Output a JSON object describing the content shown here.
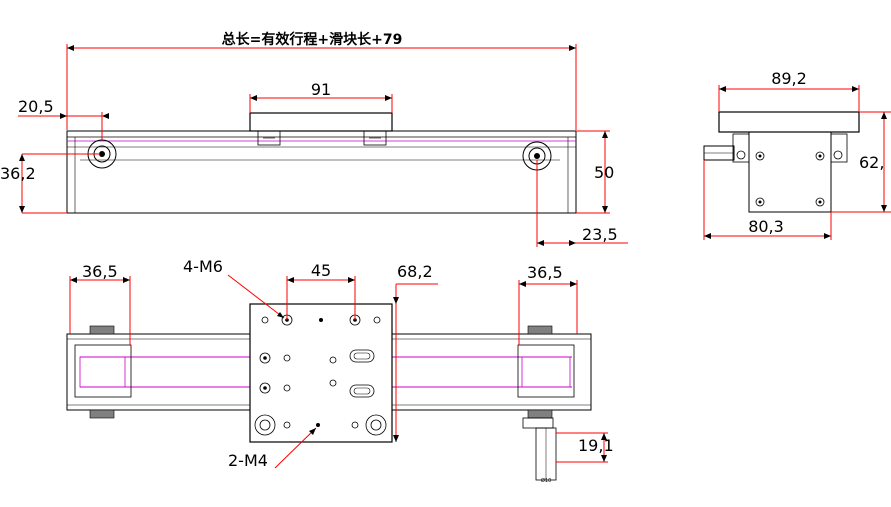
{
  "drawing": {
    "title": "总长=有效行程+滑块长+79",
    "dimensions": {
      "d20_5": "20,5",
      "d91": "91",
      "d36_2": "36,2",
      "d50": "50",
      "d23_5": "23,5",
      "d89_2": "89,2",
      "d62": "62,",
      "d80_3": "80,3",
      "d36_5_left": "36,5",
      "d45": "45",
      "d68_2": "68,2",
      "d36_5_right": "36,5",
      "d19_1": "19,1"
    },
    "callouts": {
      "m6": "4-M6",
      "m4": "2-M4"
    },
    "shaft_label": "Ø10"
  },
  "colors": {
    "line": "#000000",
    "dimension": "#ff0000",
    "belt": "#cc00cc",
    "hatch": "#808080"
  }
}
